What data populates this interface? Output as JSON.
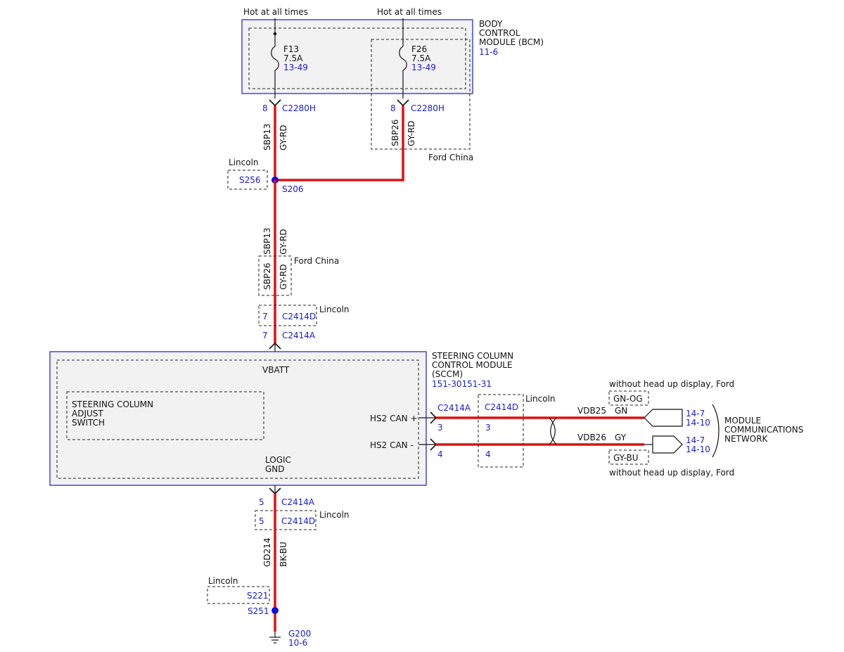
{
  "colors": {
    "wire": "#e01010",
    "reference": "#1a1ad6",
    "splice": "#1010e0",
    "module_fill": "#f2f2f2"
  },
  "power": {
    "hot_left": "Hot at all times",
    "hot_right": "Hot at all times"
  },
  "bcm": {
    "name_line1": "BODY",
    "name_line2": "CONTROL",
    "name_line3": "MODULE (BCM)",
    "ref": "11-6",
    "fuse_left": {
      "name": "F13",
      "rating": "7.5A",
      "ref": "13-49"
    },
    "fuse_right": {
      "name": "F26",
      "rating": "7.5A",
      "ref": "13-49"
    }
  },
  "connectors": {
    "c2280h_left": {
      "pin": "8",
      "name": "C2280H"
    },
    "c2280h_right": {
      "pin": "8",
      "name": "C2280H"
    },
    "c2414d_top": {
      "pin": "7",
      "name": "C2414D"
    },
    "c2414a_top": {
      "pin": "7",
      "name": "C2414A"
    },
    "c2414a_can": {
      "name": "C2414A",
      "pin_plus": "3",
      "pin_minus": "4"
    },
    "c2414d_can": {
      "name": "C2414D",
      "pin_plus": "3",
      "pin_minus": "4"
    },
    "c2414a_bottom": {
      "pin": "5",
      "name": "C2414A"
    },
    "c2414d_bottom": {
      "pin": "5",
      "name": "C2414D"
    }
  },
  "wires": {
    "sbp13": {
      "circuit": "SBP13",
      "color": "GY-RD"
    },
    "sbp26": {
      "circuit": "SBP26",
      "color": "GY-RD"
    },
    "sbp13_mid": {
      "circuit": "SBP13",
      "color": "GY-RD"
    },
    "sbp26_mid": {
      "circuit": "SBP26",
      "color": "GY-RD"
    },
    "gd214": {
      "circuit": "GD214",
      "color": "BK-BU"
    },
    "vdb25": {
      "circuit": "VDB25",
      "color": "GN",
      "alt_color": "GN-OG"
    },
    "vdb26": {
      "circuit": "VDB26",
      "color": "GY",
      "alt_color": "GY-BU"
    }
  },
  "labels": {
    "ford_china_top": "Ford China",
    "ford_china_mid": "Ford China",
    "lincoln_s256": "Lincoln",
    "lincoln_c2414d_top": "Lincoln",
    "lincoln_can": "Lincoln",
    "lincoln_c2414d_bottom": "Lincoln",
    "lincoln_s221": "Lincoln",
    "without_hud_top": "without head up display, Ford",
    "without_hud_bottom": "without head up display, Ford"
  },
  "splices": {
    "s256": "S256",
    "s206": "S206",
    "s221": "S221",
    "s251": "S251"
  },
  "sccm": {
    "name_line1": "STEERING COLUMN",
    "name_line2": "CONTROL MODULE",
    "name_line3": "(SCCM)",
    "ref": "151-30151-31",
    "vbatt": "VBATT",
    "switch_line1": "STEERING COLUMN",
    "switch_line2": "ADJUST",
    "switch_line3": "SWITCH",
    "can_plus": "HS2 CAN +",
    "can_minus": "HS2 CAN -",
    "logic_line1": "LOGIC",
    "logic_line2": "GND"
  },
  "network": {
    "ref_top_1": "14-7",
    "ref_top_2": "14-10",
    "ref_bottom_1": "14-7",
    "ref_bottom_2": "14-10",
    "name_line1": "MODULE",
    "name_line2": "COMMUNICATIONS",
    "name_line3": "NETWORK"
  },
  "ground": {
    "name": "G200",
    "ref": "10-6"
  }
}
